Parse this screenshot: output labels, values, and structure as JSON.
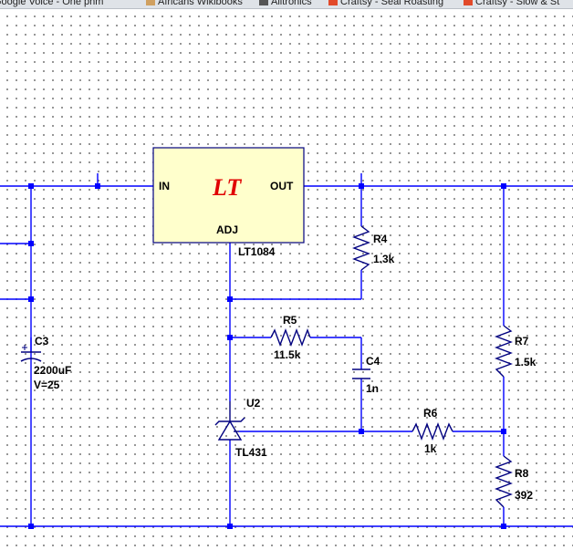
{
  "browser": {
    "bookmarks": [
      {
        "label": "Google Voice - One phm",
        "icon": "google-voice-icon",
        "color": "#3b8ed8"
      },
      {
        "label": "Africans Wikibooks",
        "icon": "wikibooks-icon",
        "color": "#d0a060"
      },
      {
        "label": "Alltronics",
        "icon": "alltronics-icon",
        "color": "#555555"
      },
      {
        "label": "Craftsy - Seal Roasting",
        "icon": "craftsy-icon",
        "color": "#e24a2a"
      },
      {
        "label": "Craftsy - Slow & St",
        "icon": "craftsy-icon",
        "color": "#e24a2a"
      }
    ]
  },
  "schematic": {
    "colors": {
      "wire": "#0000ff",
      "junction": "#0000ff",
      "component": "#000080",
      "ic_fill": "#ffffcc",
      "logo": "#e00000"
    },
    "regulator": {
      "in_label": "IN",
      "out_label": "OUT",
      "adj_label": "ADJ",
      "part": "LT1084",
      "logo": "LT"
    },
    "components": [
      {
        "ref": "R4",
        "value": "1.3k"
      },
      {
        "ref": "R5",
        "value": "11.5k"
      },
      {
        "ref": "C4",
        "value": "1n"
      },
      {
        "ref": "U2",
        "value": "TL431"
      },
      {
        "ref": "R6",
        "value": "1k"
      },
      {
        "ref": "R7",
        "value": "1.5k"
      },
      {
        "ref": "R8",
        "value": "392"
      },
      {
        "ref": "C3",
        "value": "2200uF",
        "extra": "V=25"
      }
    ]
  }
}
